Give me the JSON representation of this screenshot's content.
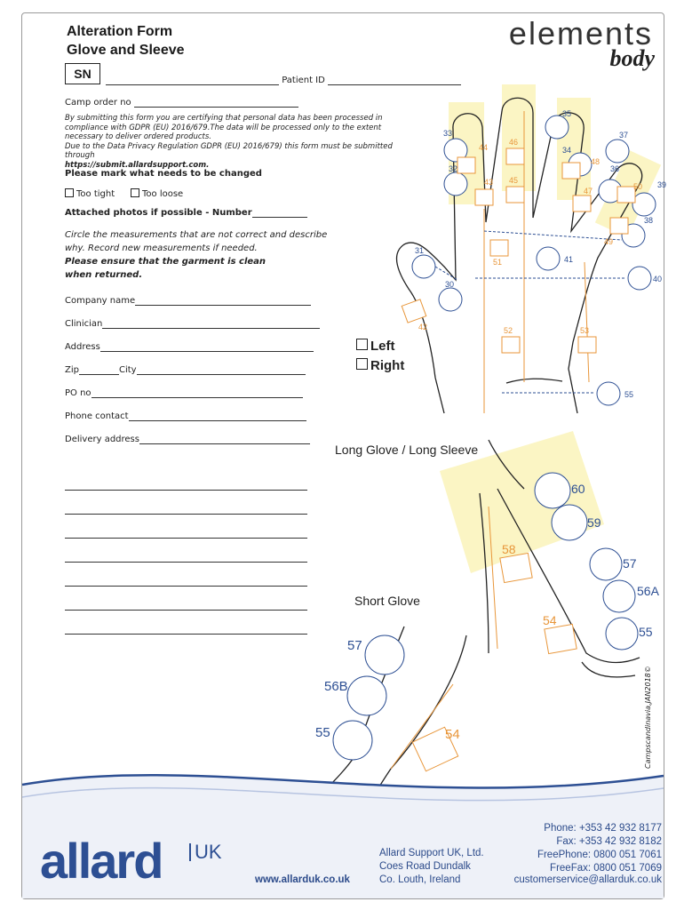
{
  "form": {
    "title_line1": "Alteration Form",
    "title_line2": "Glove and Sleeve",
    "sn_label": "SN",
    "patient_id_label": "Patient ID",
    "camp_order_label": "Camp order no",
    "disclaimer_line1": "By submitting this form you are certifying that personal data has been processed in compliance with GDPR (EU) 2016/679.The data will be processed only to the extent necessary to deliver ordered products.",
    "disclaimer_line2": "Due to the Data Privacy Regulation GDPR (EU) 2016/679) this form must be submitted through",
    "disclaimer_link": "https://submit.allardsupport.com",
    "mark_heading": "Please mark what needs to be changed",
    "too_tight_label": "Too tight",
    "too_loose_label": "Too loose",
    "photos_label": "Attached photos if possible - Number",
    "instruction_line1": "Circle the measurements that are not correct  and describe",
    "instruction_line2": "why. Record new measurements if needed.",
    "instruction_line3": "Please ensure that the garment is clean",
    "instruction_line4": "when returned.",
    "company_label": "Company name",
    "clinician_label": "Clinician",
    "address_label": "Address",
    "zip_label": "Zip",
    "city_label": "City",
    "po_label": "PO no",
    "phone_label": "Phone contact",
    "delivery_label": "Delivery address",
    "left_label": "Left",
    "right_label": "Right"
  },
  "brand": {
    "logo_word1": "elements",
    "logo_word2": "body",
    "company_logo": "allard",
    "company_logo_suffix": "UK"
  },
  "diagram": {
    "long_caption": "Long Glove / Long Sleeve",
    "short_caption": "Short Glove",
    "hand_blue": [
      "33",
      "37",
      "34",
      "35",
      "32",
      "36",
      "39",
      "38",
      "31",
      "41",
      "30",
      "40",
      "55"
    ],
    "hand_orange": [
      "44",
      "46",
      "48",
      "43",
      "45",
      "47",
      "50",
      "49",
      "51",
      "42",
      "52",
      "53"
    ],
    "long_blue": [
      "60",
      "59",
      "57",
      "56A",
      "55"
    ],
    "long_orange": [
      "58",
      "54"
    ],
    "short_blue": [
      "57",
      "56B",
      "55"
    ],
    "short_orange": [
      "54"
    ],
    "blue_color": "#2d4f93",
    "orange_color": "#e8963a",
    "highlight_color": "#fbf5c4"
  },
  "copyright": "Campscandinavia,JAN2018©",
  "footer": {
    "website": "www.allarduk.co.uk",
    "address1": "Allard Support UK, Ltd.",
    "address2": "Coes Road Dundalk",
    "address3": "Co. Louth, Ireland",
    "phone": "Phone:  +353 42 932 8177",
    "fax": "Fax:      +353 42 932 8182",
    "freephone": "FreePhone: 0800 051 7061",
    "freefax": "FreeFax:     0800 051 7069",
    "email": "customerservice@allarduk.co.uk"
  }
}
